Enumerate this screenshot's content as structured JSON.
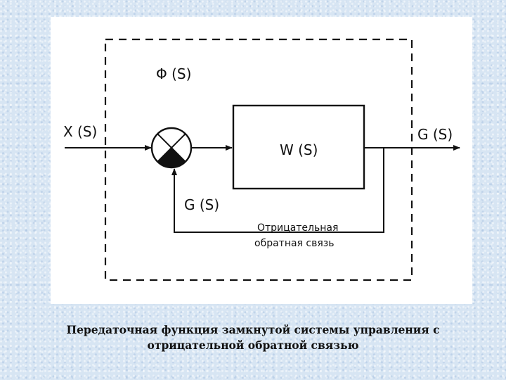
{
  "diagram": {
    "labels": {
      "phi": "Φ (S)",
      "input": "X (S)",
      "plant": "W (S)",
      "output": "G (S)",
      "feedback_signal": "G (S)",
      "feedback_line1": "Отрицательная",
      "feedback_line2": "обратная связь"
    }
  },
  "caption": {
    "line1": "Передаточная функция замкнутой системы управления с",
    "line2": "отрицательной обратной связью"
  }
}
